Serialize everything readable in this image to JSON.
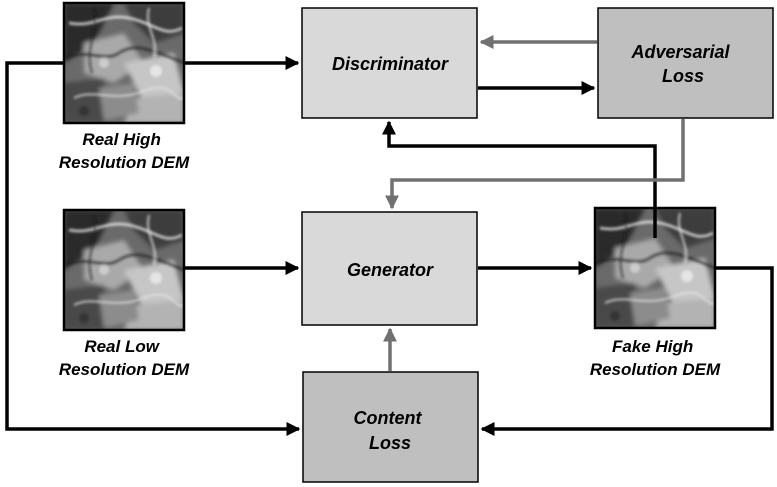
{
  "colors": {
    "box_light": "#d9d9d9",
    "box_dark": "#bfbfbf",
    "arrow_black": "#000000",
    "arrow_gray": "#707070"
  },
  "nodes": {
    "discriminator": {
      "label": "Discriminator"
    },
    "adversarial_loss": {
      "label_line1": "Adversarial",
      "label_line2": "Loss"
    },
    "generator": {
      "label": "Generator"
    },
    "content_loss": {
      "label_line1": "Content",
      "label_line2": "Loss"
    }
  },
  "images": {
    "real_high": {
      "caption_line1": "Real High",
      "caption_line2": "Resolution DEM"
    },
    "real_low": {
      "caption_line1": "Real Low",
      "caption_line2": "Resolution DEM"
    },
    "fake_high": {
      "caption_line1": "Fake High",
      "caption_line2": "Resolution DEM"
    }
  }
}
